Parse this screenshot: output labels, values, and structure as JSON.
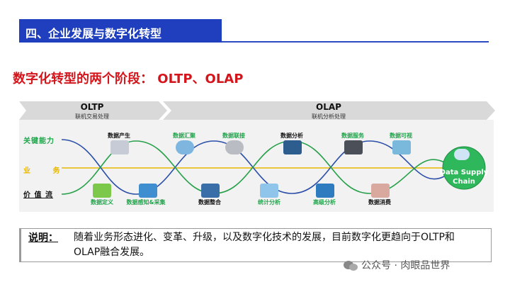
{
  "header": {
    "title": "四、企业发展与数字化转型"
  },
  "subtitle": "数字化转型的两个阶段： OLTP、OLAP",
  "phases": [
    {
      "title": "OLTP",
      "subtitle": "联机交易处理"
    },
    {
      "title": "OLAP",
      "subtitle": "联机分析处理"
    }
  ],
  "rows": {
    "capability": "关键能力",
    "business": "业 务",
    "value_stream": "价 值 流"
  },
  "nodes_top": [
    "数据产生",
    "数据汇聚",
    "数据联接",
    "数据分析",
    "数据服务",
    "数据可视"
  ],
  "nodes_bottom": [
    "数据定义",
    "数据感知&采集",
    "数据整合",
    "统计分析",
    "高级分析",
    "数据消费"
  ],
  "end_node": {
    "line1": "Data Supply",
    "line2": "Chain"
  },
  "note": {
    "label": "说明：",
    "text": "随着业务形态进化、变革、升级，以及数字化技术的发展，目前数字化更趋向于OLTP和OLAP融合发展。"
  },
  "watermark": "公众号 · 肉眼品世界",
  "colors": {
    "header_bg": "#1f3fbf",
    "subtitle": "#d4161c",
    "capability": "#1ea64a",
    "business": "#e8b800",
    "value_stream": "#111111",
    "curve_blue": "#2b4fa8",
    "curve_green": "#27a04a"
  }
}
